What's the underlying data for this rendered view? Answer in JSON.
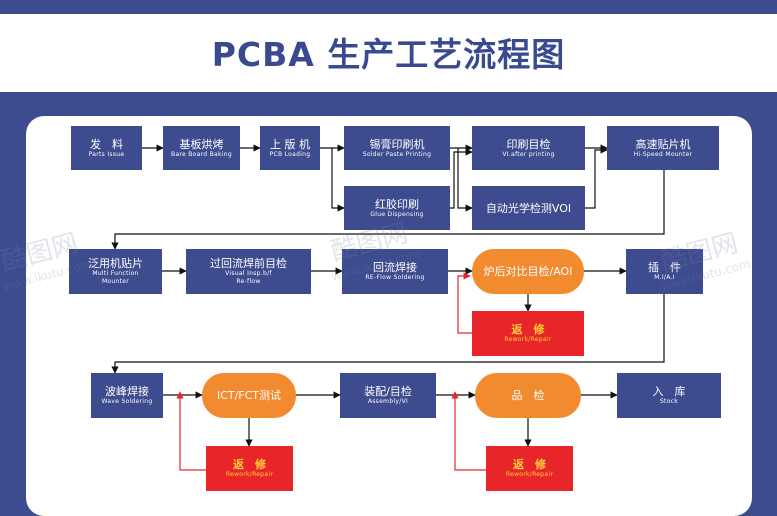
{
  "title": "PCBA 生产工艺流程图",
  "colors": {
    "node_blue": "#3d4b8f",
    "pill_orange": "#f28a30",
    "rework_red": "#e8262a",
    "arrow_red": "#e8262a",
    "arrow_black": "#111111"
  },
  "nodes": {
    "parts_issue": {
      "cn": "发　料",
      "en": "Parts Issue"
    },
    "board_baking": {
      "cn": "基板烘烤",
      "en": "Bare Board Baking"
    },
    "pcb_loading": {
      "cn": "上 版 机",
      "en": "PCB Loading"
    },
    "solder_paste": {
      "cn": "锡膏印刷机",
      "en": "Solder Paste Printing"
    },
    "glue_dispensing": {
      "cn": "红胶印刷",
      "en": "Glue Dispensing"
    },
    "vi_after_print": {
      "cn": "印刷目检",
      "en": "VI.after printing"
    },
    "auto_optical": {
      "cn": "自动光学检测VOI",
      "en": ""
    },
    "high_speed": {
      "cn": "高速贴片机",
      "en": "Hi-Speed Mounter"
    },
    "multi_function": {
      "cn": "泛用机贴片",
      "en": "Multi Function\nMounter"
    },
    "visual_before": {
      "cn": "过回流焊前目检",
      "en": "Visual Insp.b/f\nRe-flow"
    },
    "reflow": {
      "cn": "回流焊接",
      "en": "RE-Flow Soldering"
    },
    "post_reflow_aoi": {
      "cn": "炉后对比目检/AOI",
      "en": ""
    },
    "rework_1": {
      "cn": "返　修",
      "en": "Rework/Repair"
    },
    "insertion": {
      "cn": "插　件",
      "en": "M.I/A.I"
    },
    "wave_soldering": {
      "cn": "波峰焊接",
      "en": "Wave Soldering"
    },
    "ict_fct": {
      "cn": "ICT/FCT测试",
      "en": ""
    },
    "rework_2": {
      "cn": "返　修",
      "en": "Rework/Repair"
    },
    "assembly": {
      "cn": "装配/目检",
      "en": "Assembly/VI"
    },
    "quality_check": {
      "cn": "品　检",
      "en": ""
    },
    "rework_3": {
      "cn": "返　修",
      "en": "Rework/Repair"
    },
    "stock": {
      "cn": "入　库",
      "en": "Stock"
    }
  },
  "watermark": {
    "brand": "酷图网",
    "url": "www.ikutu.com"
  }
}
